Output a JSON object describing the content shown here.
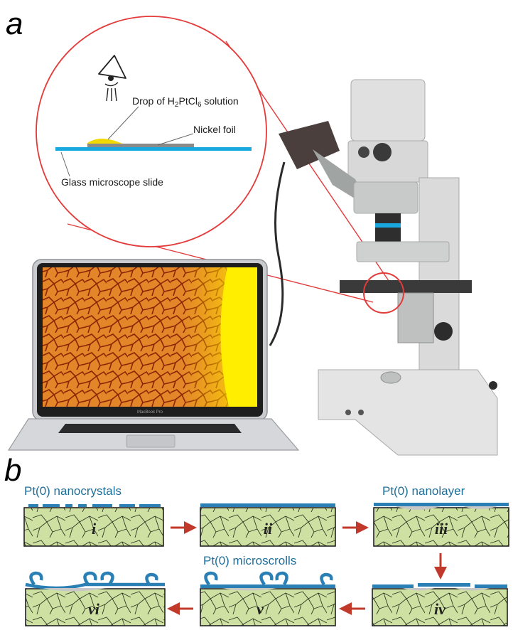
{
  "panels": {
    "a": {
      "letter": "a"
    },
    "b": {
      "letter": "b"
    }
  },
  "callout": {
    "drop_label_prefix": "Drop of H",
    "drop_label_sub1": "2",
    "drop_label_mid": "PtCl",
    "drop_label_sub2": "6",
    "drop_label_suffix": " solution",
    "foil_label": "Nickel foil",
    "slide_label": "Glass microscope slide"
  },
  "laptop": {
    "brand": "MacBook Pro"
  },
  "stages": {
    "label_nanocrystals": "Pt(0) nanocrystals",
    "label_nanolayer": "Pt(0) nanolayer",
    "label_microscrolls": "Pt(0) microscrolls",
    "numerals": [
      "i",
      "ii",
      "iii",
      "iv",
      "v",
      "vi"
    ]
  },
  "colors": {
    "callout_circle": "#e33a3a",
    "slide": "#19a7df",
    "drop": "#f0d800",
    "foil": "#8a8a8a",
    "platinum": "#2a7fb5",
    "block_fill": "#cfe0a3",
    "arrow": "#c0392b",
    "stage_text": "#1e6e9a"
  }
}
